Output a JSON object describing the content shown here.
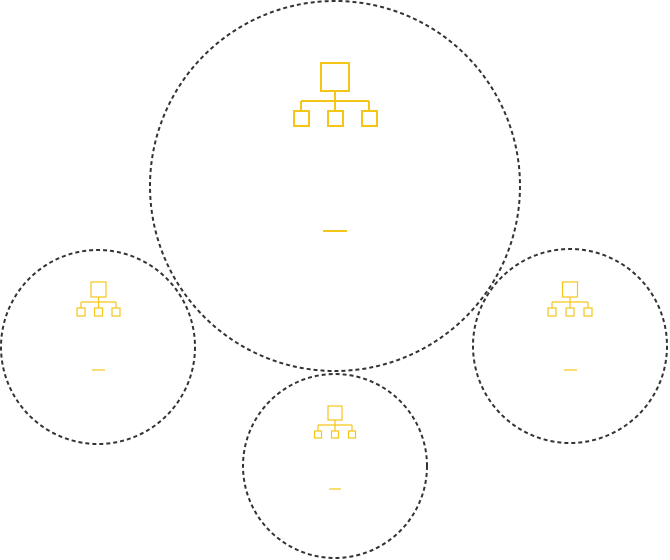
{
  "colors": {
    "circle_stroke": "#333333",
    "icon_stroke": "#F5C518",
    "background": "#ffffff"
  },
  "nodes": [
    {
      "id": "main",
      "role": "center",
      "icon": "org-chart-icon",
      "label": ""
    },
    {
      "id": "left",
      "role": "satellite",
      "icon": "org-chart-icon",
      "label": ""
    },
    {
      "id": "bottom",
      "role": "satellite",
      "icon": "org-chart-icon",
      "label": ""
    },
    {
      "id": "right",
      "role": "satellite",
      "icon": "org-chart-icon",
      "label": ""
    }
  ]
}
